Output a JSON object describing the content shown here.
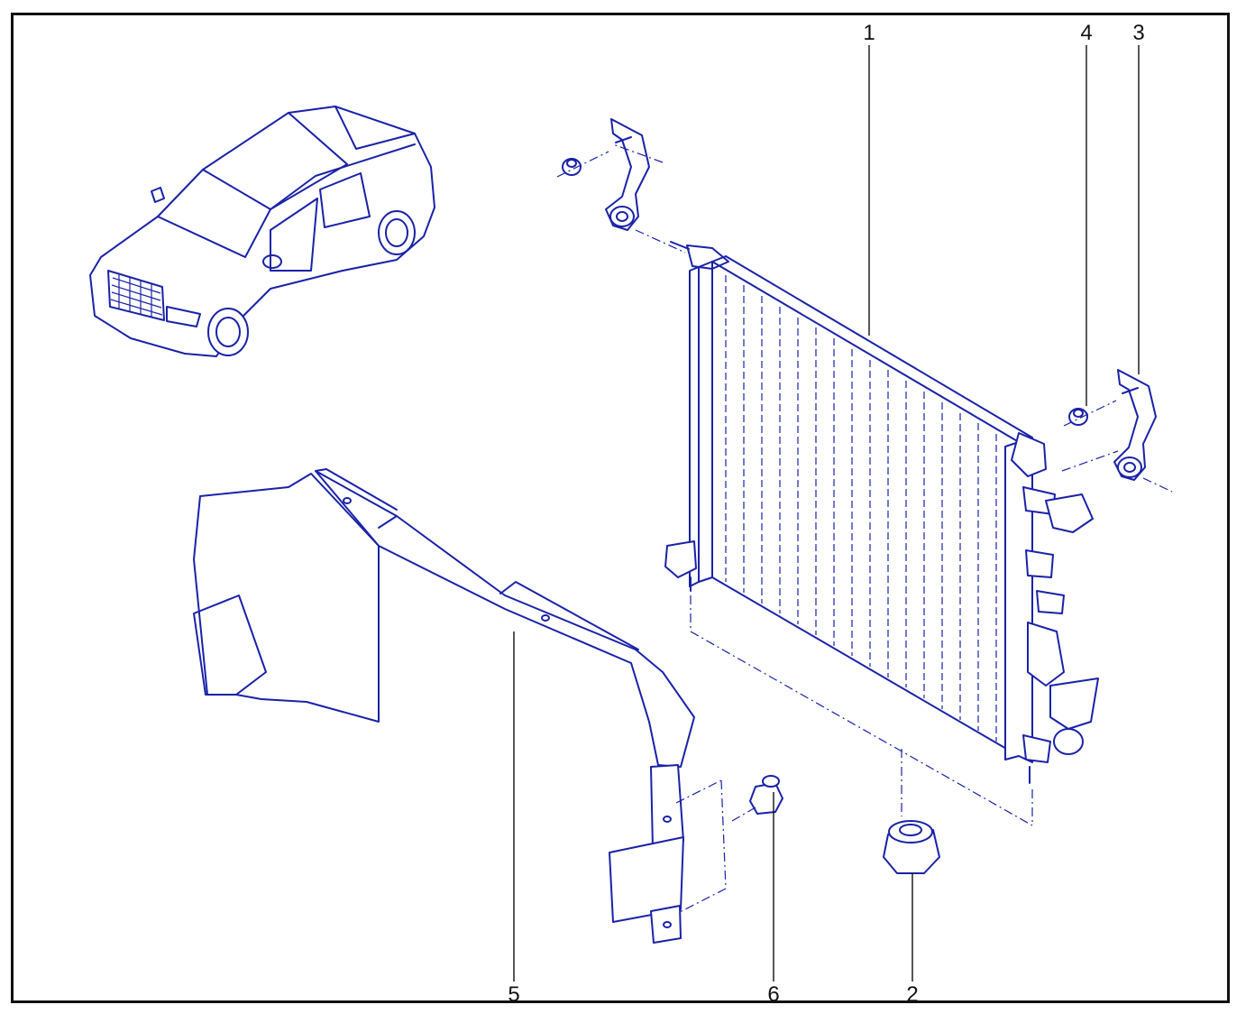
{
  "diagram": {
    "callouts": [
      {
        "id": "1",
        "label": "1"
      },
      {
        "id": "2",
        "label": "2"
      },
      {
        "id": "3",
        "label": "3"
      },
      {
        "id": "4",
        "label": "4"
      },
      {
        "id": "5",
        "label": "5"
      },
      {
        "id": "6",
        "label": "6"
      }
    ],
    "colors": {
      "ink": "#1a22a8",
      "frame": "#111111",
      "background": "#ffffff"
    }
  }
}
